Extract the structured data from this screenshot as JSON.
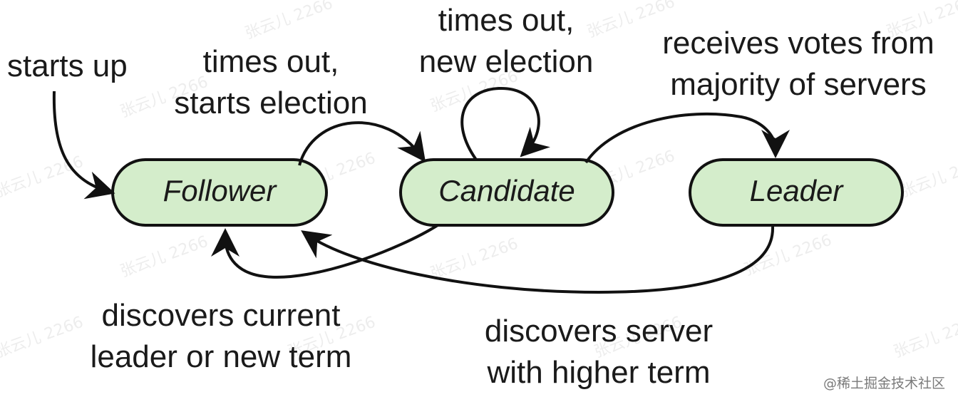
{
  "colors": {
    "state_fill": "#d4edcb",
    "stroke": "#111111",
    "text": "#1a1a1a"
  },
  "states": {
    "follower": "Follower",
    "candidate": "Candidate",
    "leader": "Leader"
  },
  "transitions": {
    "starts_up": "starts up",
    "times_out_starts_election": [
      "times out,",
      "starts election"
    ],
    "times_out_new_election": [
      "times out,",
      "new election"
    ],
    "receives_votes": [
      "receives votes from",
      "majority of servers"
    ],
    "discovers_current_leader": [
      "discovers current",
      "leader or new term"
    ],
    "discovers_higher_term": [
      "discovers server",
      "with higher term"
    ]
  },
  "watermark": "张云儿 2266",
  "site_label": "@稀土掘金技术社区"
}
